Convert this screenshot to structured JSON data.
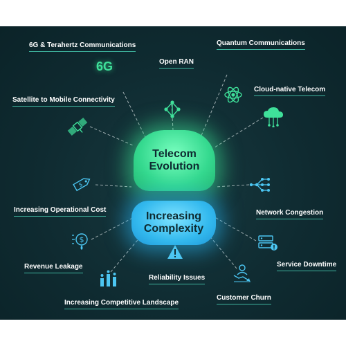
{
  "center": {
    "top_line1": "Telecom",
    "top_line2": "Evolution",
    "bottom_line1": "Increasing",
    "bottom_line2": "Complexity"
  },
  "evolution_items": [
    {
      "label": "6G & Terahertz Communications",
      "icon": "6g-icon"
    },
    {
      "label": "Open RAN",
      "icon": "network-nodes-icon"
    },
    {
      "label": "Quantum Communications",
      "icon": "atom-icon"
    },
    {
      "label": "Satellite to Mobile Connectivity",
      "icon": "satellite-icon"
    },
    {
      "label": "Cloud-native Telecom",
      "icon": "cloud-network-icon"
    }
  ],
  "complexity_items": [
    {
      "label": "Increasing Operational Cost",
      "icon": "price-tag-icon"
    },
    {
      "label": "Network Congestion",
      "icon": "network-branch-icon"
    },
    {
      "label": "Revenue Leakage",
      "icon": "dollar-leak-icon"
    },
    {
      "label": "Service Downtime",
      "icon": "server-alert-icon"
    },
    {
      "label": "Reliability Issues",
      "icon": "warning-icon"
    },
    {
      "label": "Customer Churn",
      "icon": "customer-churn-icon"
    },
    {
      "label": "Increasing Competitive Landscape",
      "icon": "competition-bars-icon"
    }
  ],
  "icon_text": {
    "six_g": "6G"
  },
  "colors": {
    "background": "#0f2b31",
    "green_glow": "#35d98f",
    "blue_glow": "#33b9ee",
    "accent_line": "#3fb6a0"
  }
}
